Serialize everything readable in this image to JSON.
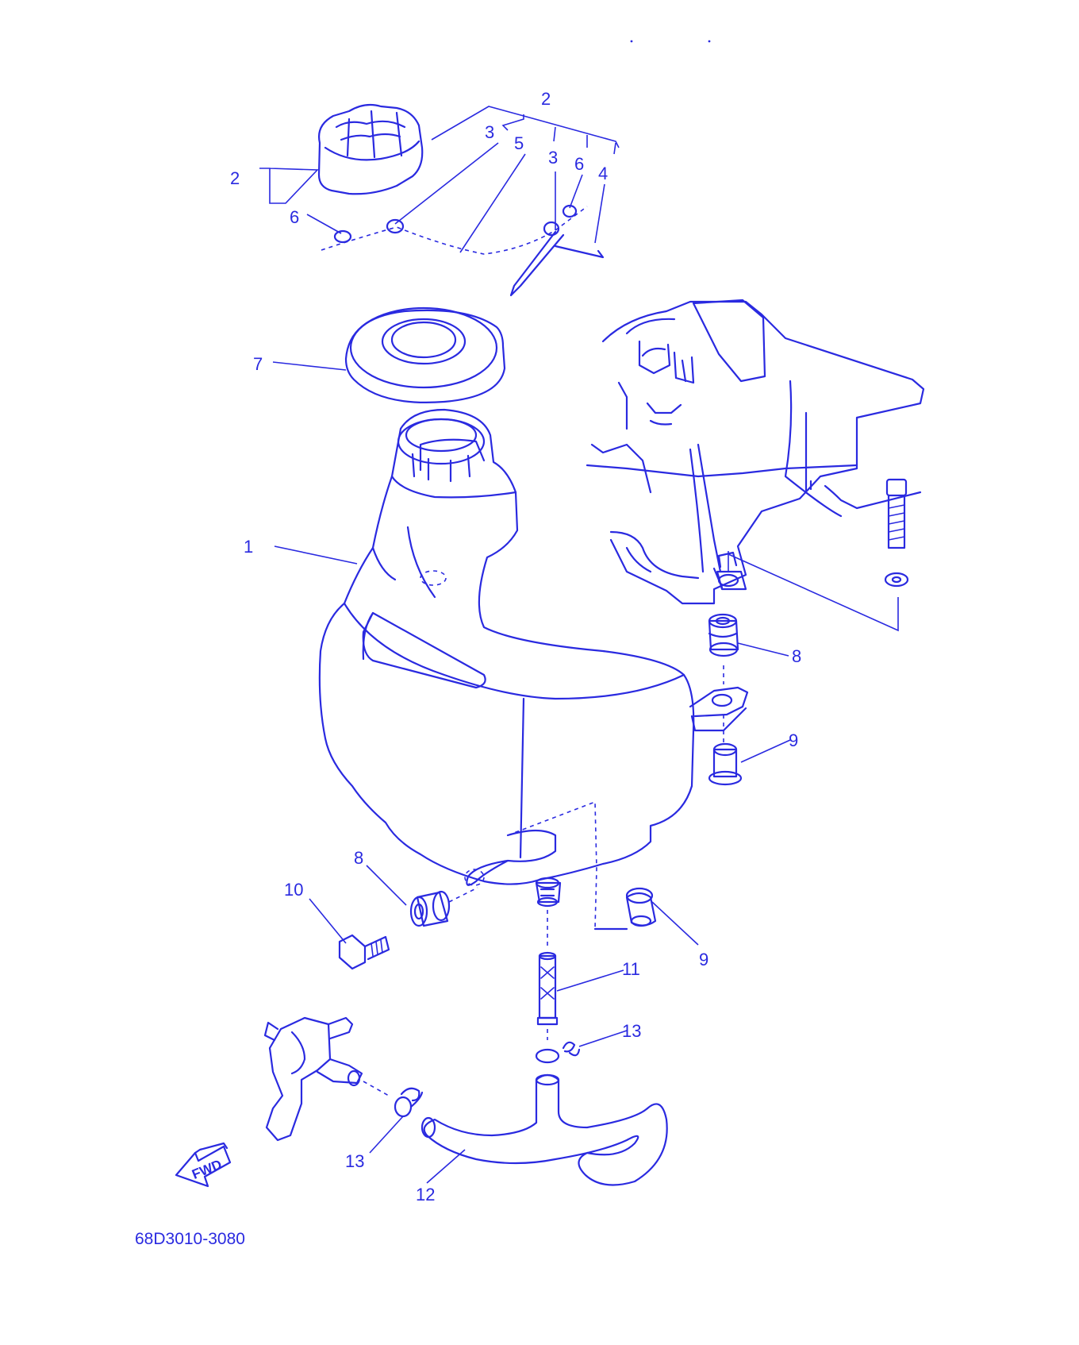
{
  "callouts": [
    "1",
    "2",
    "2",
    "3",
    "3",
    "4",
    "5",
    "6",
    "6",
    "7",
    "8",
    "8",
    "9",
    "9",
    "10",
    "11",
    "12",
    "13",
    "13"
  ],
  "fwd_label": "FWD",
  "diagram_code": "68D3010-3080",
  "colors": {
    "line": "#2a2ae0",
    "background": "#ffffff"
  }
}
